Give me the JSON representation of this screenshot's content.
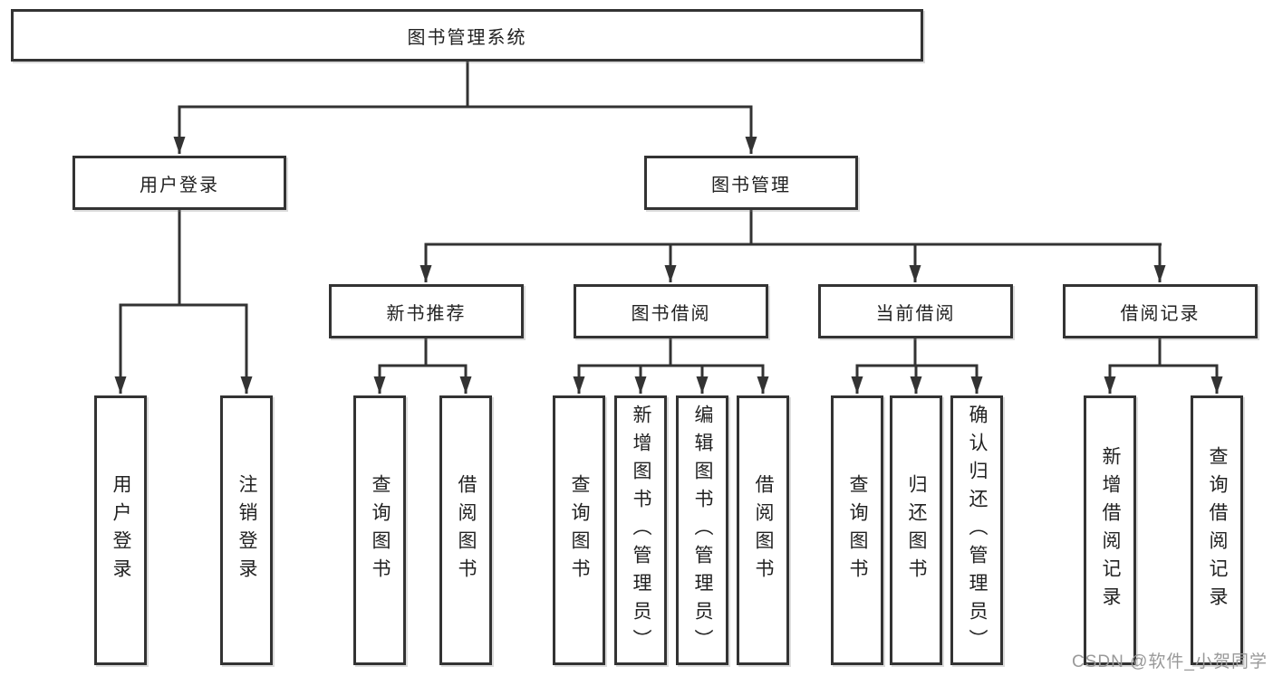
{
  "diagram_type": "hierarchy-tree",
  "tree": {
    "label": "图书管理系统",
    "children": [
      {
        "label": "用户登录",
        "children": [
          {
            "label": "用户登录"
          },
          {
            "label": "注销登录"
          }
        ]
      },
      {
        "label": "图书管理",
        "children": [
          {
            "label": "新书推荐",
            "children": [
              {
                "label": "查询图书"
              },
              {
                "label": "借阅图书"
              }
            ]
          },
          {
            "label": "图书借阅",
            "children": [
              {
                "label": "查询图书"
              },
              {
                "label": "新增图书（管理员）"
              },
              {
                "label": "编辑图书（管理员）"
              },
              {
                "label": "借阅图书"
              }
            ]
          },
          {
            "label": "当前借阅",
            "children": [
              {
                "label": "查询图书"
              },
              {
                "label": "归还图书"
              },
              {
                "label": "确认归还（管理员）"
              }
            ]
          },
          {
            "label": "借阅记录",
            "children": [
              {
                "label": "新增借阅记录"
              },
              {
                "label": "查询借阅记录"
              }
            ]
          }
        ]
      }
    ]
  },
  "watermark": {
    "text": "CSDN @软件_小贺同学"
  },
  "colors": {
    "background": "#ffffff",
    "box_fill": "#ffffff",
    "box_border": "#333333",
    "line": "#333333",
    "text": "#222222",
    "watermark": "#999999"
  }
}
